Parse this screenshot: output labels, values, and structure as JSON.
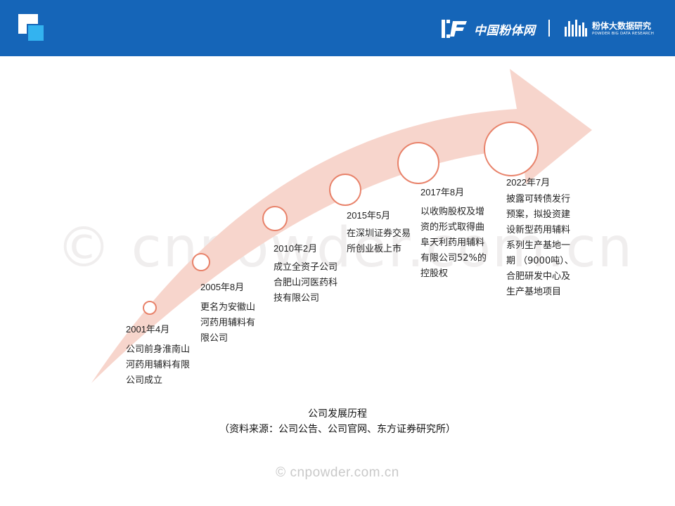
{
  "header": {
    "brand1": "中国粉体网",
    "brand2": "粉体大数据研究",
    "brand2_sub": "POWDER BIG DATA RESEARCH",
    "bg_color": "#1565b8"
  },
  "watermark": "© cnpowder.com.cn",
  "events": [
    {
      "date": "2001年4月",
      "desc": [
        "公司前身淮南山",
        "河药用辅料有限",
        "公司成立"
      ]
    },
    {
      "date": "2005年8月",
      "desc": [
        "更名为安徽山",
        "河药用辅料有",
        "限公司"
      ]
    },
    {
      "date": "2010年2月",
      "desc": [
        "成立全资子公司",
        "合肥山河医药科",
        "技有限公司"
      ]
    },
    {
      "date": "2015年5月",
      "desc": [
        "在深圳证券交易",
        "所创业板上市"
      ]
    },
    {
      "date": "2017年8月",
      "desc": [
        "以收购股权及增",
        "资的形式取得曲",
        "阜天利药用辅料",
        "有限公司52%的",
        "控股权"
      ]
    },
    {
      "date": "2022年7月",
      "desc": [
        "披露可转债发行",
        "预案，拟投资建",
        "设新型药用辅料",
        "系列生产基地一",
        "期 （9000吨）、",
        "合肥研发中心及",
        "生产基地项目"
      ]
    }
  ],
  "caption": {
    "title": "公司发展历程",
    "source": "（资料来源：公司公告、公司官网、东方证券研究所）"
  },
  "footer_watermark": "© cnpowder.com.cn",
  "colors": {
    "arrow": "#f7d5cc",
    "circle_stroke": "#e8826a",
    "circle_fill": "#ffffff"
  }
}
